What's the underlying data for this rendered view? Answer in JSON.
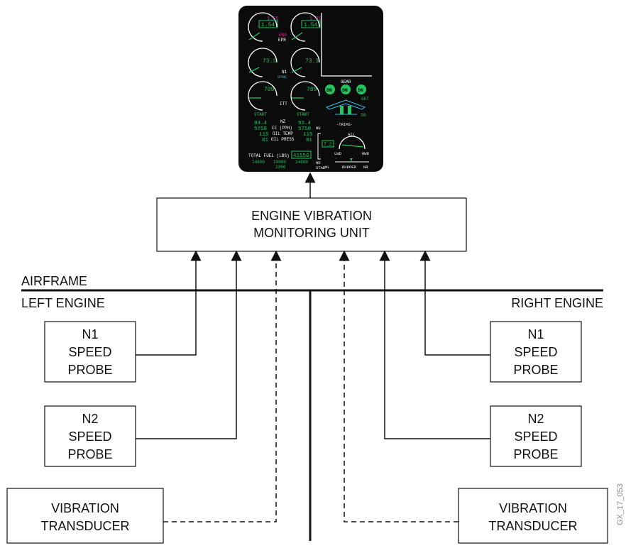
{
  "colors": {
    "display_bg": "#0b0b0b",
    "green": "#22c55e",
    "magenta": "#e11d9c",
    "cyan": "#3ec1e6",
    "white": "#ffffff",
    "line": "#111111"
  },
  "display": {
    "epr": {
      "target_left": "1.65",
      "target_right": "1.65",
      "value_left": "1.54",
      "value_right": "1.54",
      "label": "EPR",
      "sub": "ENG"
    },
    "n1": {
      "value_left": "73.3",
      "value_right": "73.3",
      "label": "N1",
      "sub": "SYNC"
    },
    "itt": {
      "value_left": "789",
      "value_right": "789",
      "label": "ITT"
    },
    "start_left": "START",
    "start_right": "START",
    "nz_label": "NZ",
    "nz_left": "93.4",
    "nz_right": "93.4",
    "ff_label": "FF (PPH)",
    "ff_left": "5750",
    "ff_right": "5750",
    "oil_temp_label": "OIL TEMP",
    "oil_temp_left": "115",
    "oil_temp_right": "115",
    "oil_press_label": "OIL PRESS",
    "oil_press_left": "81",
    "oil_press_right": "81",
    "total_fuel_label": "TOTAL FUEL (LBS)",
    "total_fuel_value": "41550",
    "fuel_left": "14600",
    "fuel_center": "10000",
    "fuel_right": "14600",
    "fuel_bottom": "2350",
    "gear_label": "GEAR",
    "gear": [
      "DN",
      "DN",
      "DN"
    ],
    "flaps_out": "OUT",
    "flaps_value": "30",
    "trims_label": "-TRIMS-",
    "nu": "NU",
    "stab_value": "7.2",
    "nd": "ND",
    "stab": "STAB",
    "ail": "AIL",
    "lwd": "LWD",
    "rwd": "RWD",
    "nl": "NL",
    "rudder": "RUDDER",
    "nr": "NR"
  },
  "diagram": {
    "evmu_line1": "ENGINE VIBRATION",
    "evmu_line2": "MONITORING UNIT",
    "airframe": "AIRFRAME",
    "left_engine": "LEFT ENGINE",
    "right_engine": "RIGHT ENGINE",
    "left_n1": [
      "N1",
      "SPEED",
      "PROBE"
    ],
    "left_n2": [
      "N2",
      "SPEED",
      "PROBE"
    ],
    "right_n1": [
      "N1",
      "SPEED",
      "PROBE"
    ],
    "right_n2": [
      "N2",
      "SPEED",
      "PROBE"
    ],
    "left_vib": [
      "VIBRATION",
      "TRANSDUCER"
    ],
    "right_vib": [
      "VIBRATION",
      "TRANSDUCER"
    ],
    "figure_id": "GX_17_053"
  }
}
